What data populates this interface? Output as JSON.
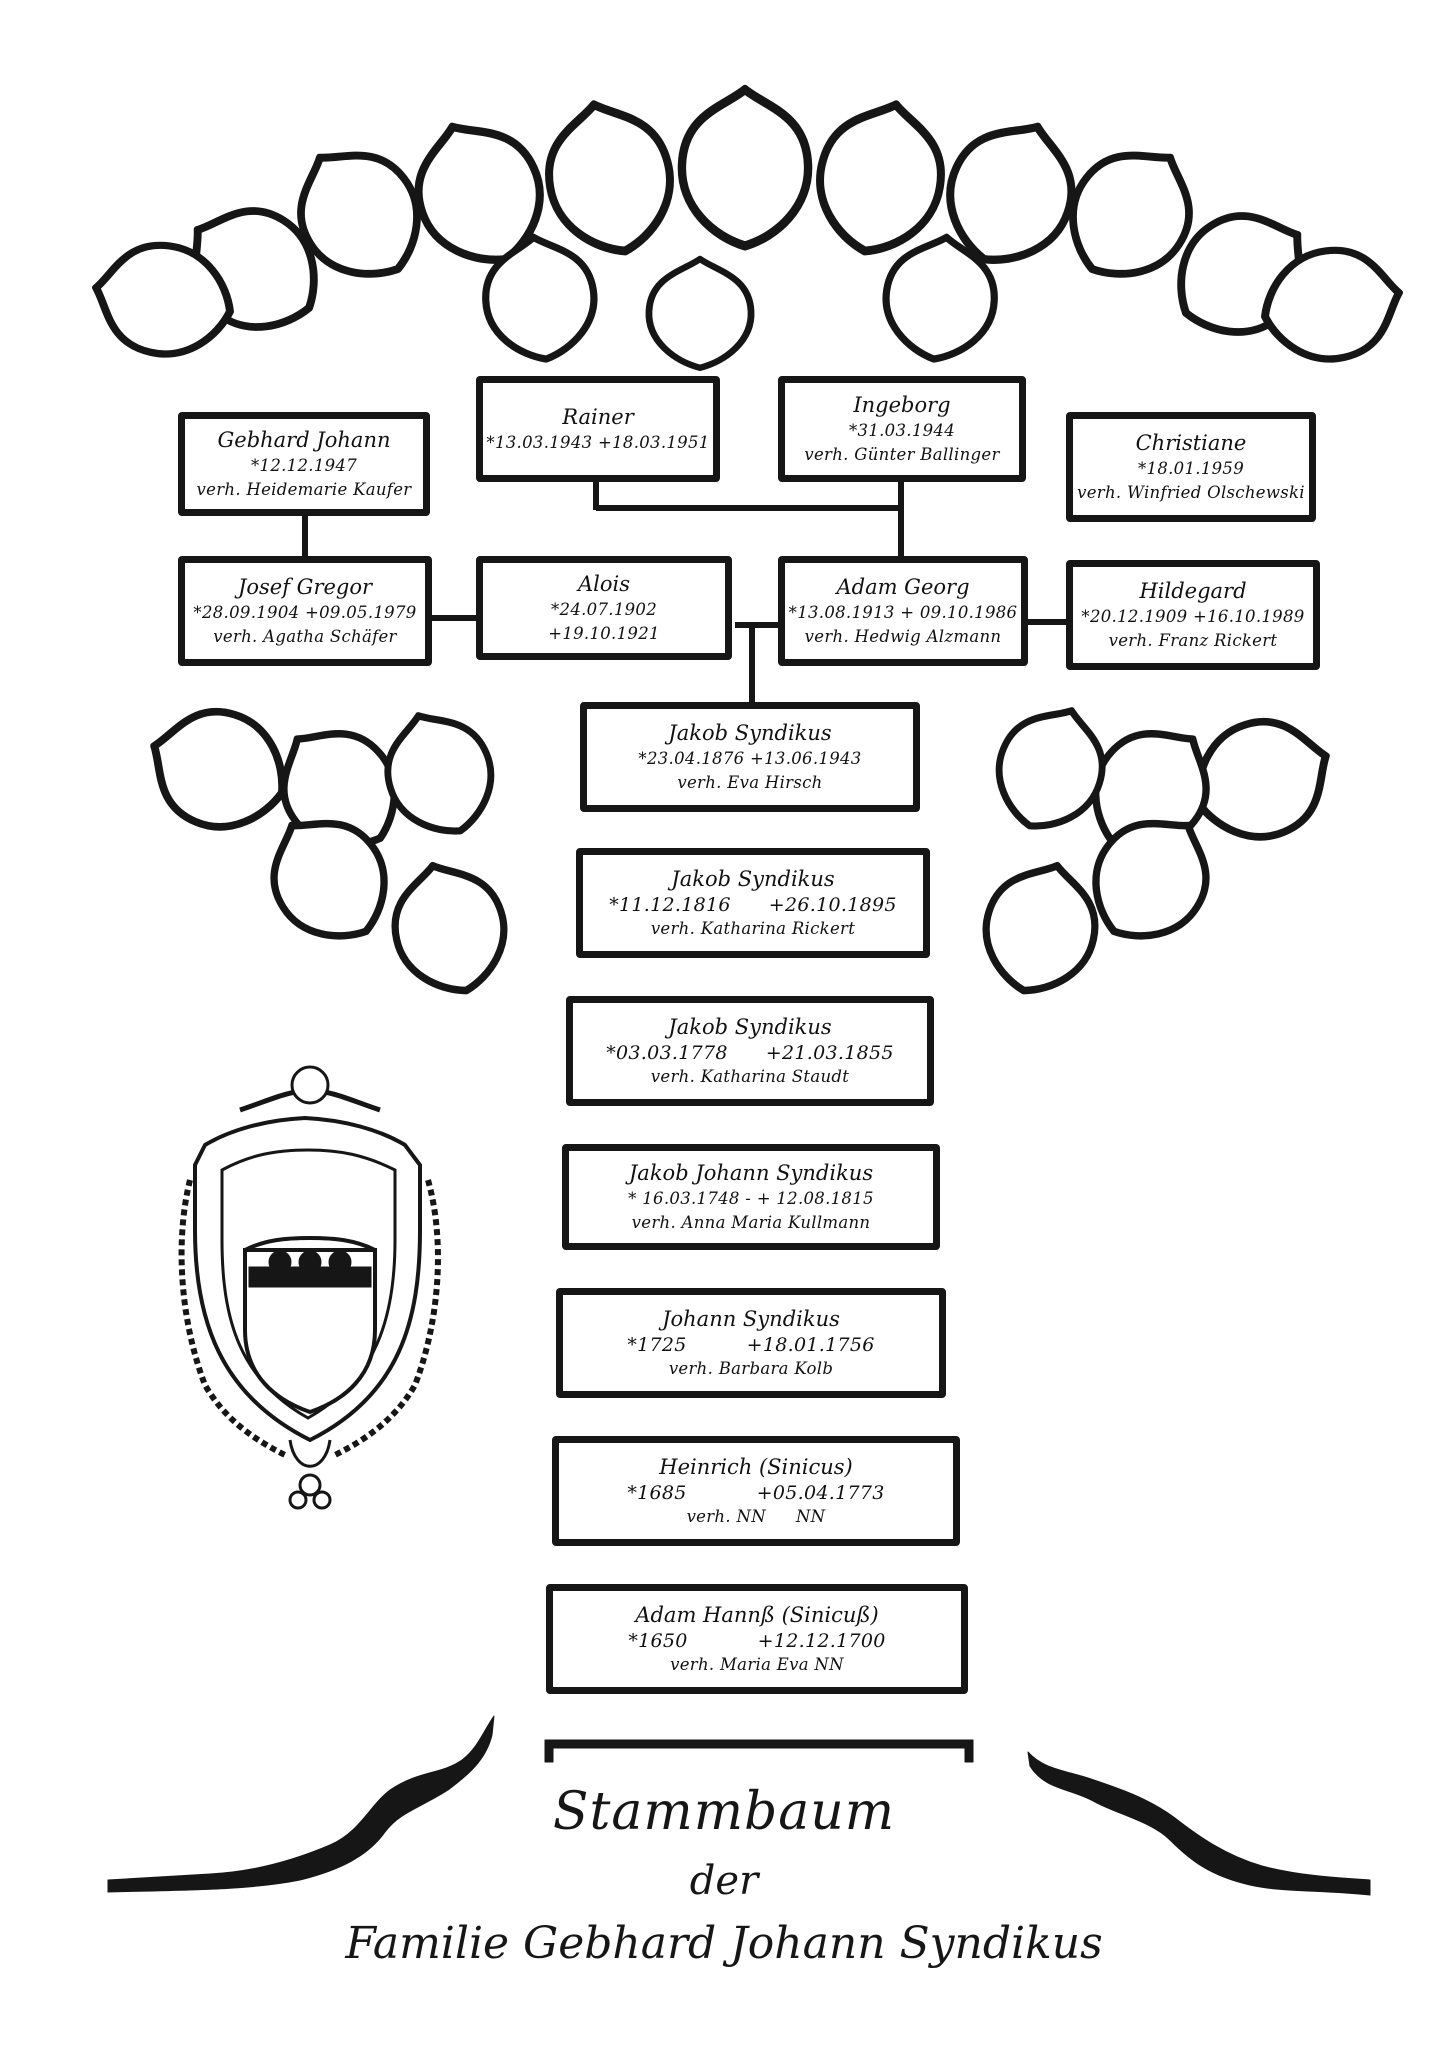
{
  "generation_1": {
    "rainer": {
      "name": "Rainer",
      "dates": "*13.03.1943 +18.03.1951"
    },
    "ingeborg": {
      "name": "Ingeborg",
      "born": "*31.03.1944",
      "spouse": "verh. Günter Ballinger"
    },
    "gebhard_johann": {
      "name": "Gebhard Johann",
      "born": "*12.12.1947",
      "spouse": "verh. Heidemarie Kaufer"
    },
    "christiane": {
      "name": "Christiane",
      "born": "*18.01.1959",
      "spouse": "verh. Winfried Olschewski"
    }
  },
  "generation_2": {
    "josef_gregor": {
      "name": "Josef Gregor",
      "dates": "*28.09.1904 +09.05.1979",
      "spouse": "verh. Agatha Schäfer"
    },
    "alois": {
      "name": "Alois",
      "born": "*24.07.1902",
      "died": "+19.10.1921"
    },
    "adam_georg": {
      "name": "Adam Georg",
      "dates": "*13.08.1913 + 09.10.1986",
      "spouse": "verh. Hedwig Alzmann"
    },
    "hildegard": {
      "name": "Hildegard",
      "dates": "*20.12.1909 +16.10.1989",
      "spouse": "verh. Franz Rickert"
    }
  },
  "lineage": [
    {
      "name": "Jakob Syndikus",
      "born": "*23.04.1876",
      "died": "+13.06.1943",
      "spouse": "verh. Eva Hirsch"
    },
    {
      "name": "Jakob Syndikus",
      "born": "*11.12.1816",
      "died": "+26.10.1895",
      "spouse": "verh. Katharina Rickert"
    },
    {
      "name": "Jakob Syndikus",
      "born": "*03.03.1778",
      "died": "+21.03.1855",
      "spouse": "verh. Katharina Staudt"
    },
    {
      "name": "Jakob Johann Syndikus",
      "dates": "* 16.03.1748 - + 12.08.1815",
      "spouse": "verh. Anna Maria Kullmann"
    },
    {
      "name": "Johann Syndikus",
      "born": "*1725",
      "died": "+18.01.1756",
      "spouse": "verh. Barbara Kolb"
    },
    {
      "name": "Heinrich (Sinicus)",
      "born": "*1685",
      "died": "+05.04.1773",
      "spouse_prefix": "verh. NN",
      "spouse_rest": "NN"
    },
    {
      "name": "Adam Hannß (Sinicuß)",
      "born": "*1650",
      "died": "+12.12.1700",
      "spouse": "verh. Maria Eva NN"
    }
  ],
  "footer": {
    "line1": "Stammbaum",
    "line2": "der",
    "line3": "Familie Gebhard Johann Syndikus"
  },
  "colors": {
    "ink": "#161616",
    "paper": "#ffffff"
  }
}
